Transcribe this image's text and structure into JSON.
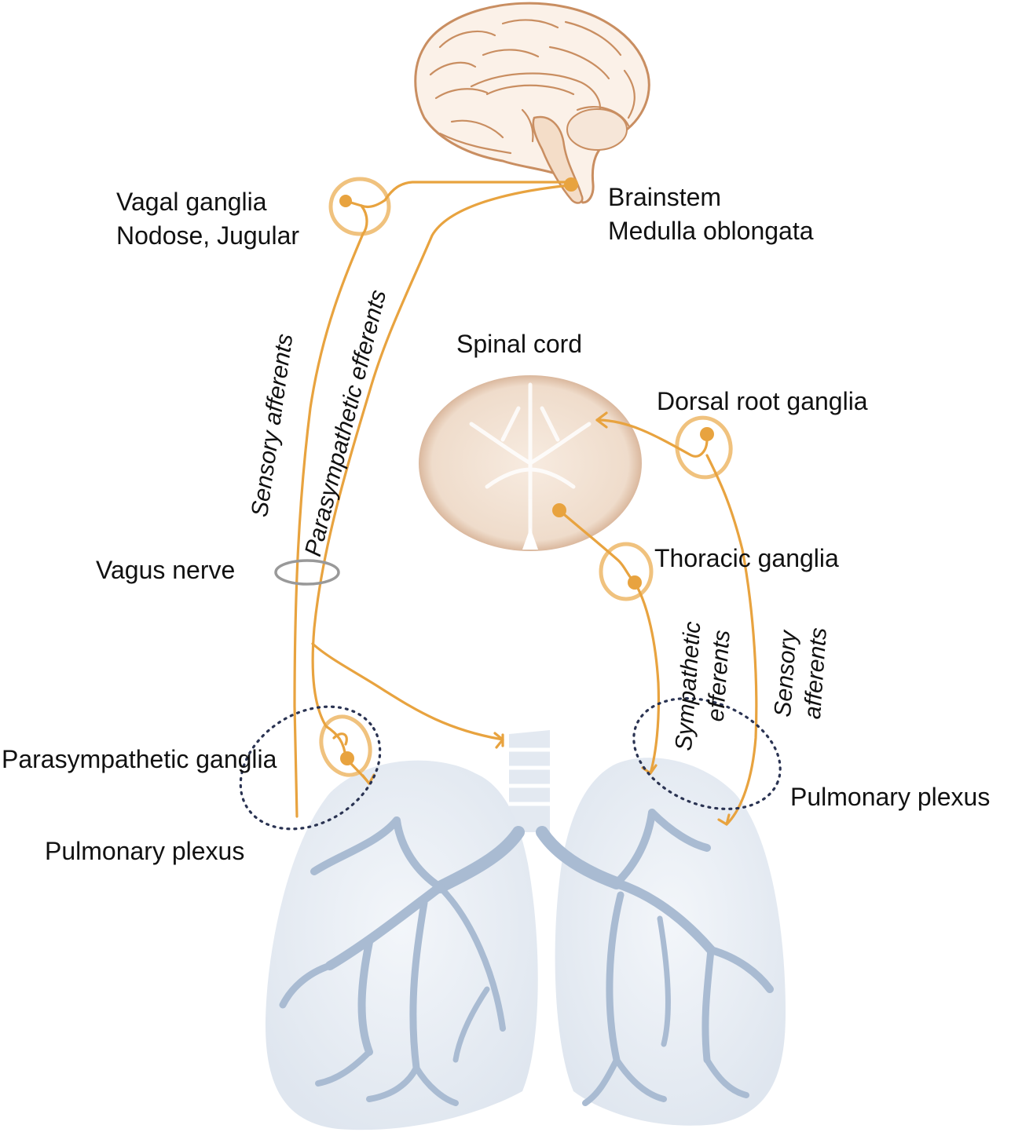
{
  "colors": {
    "nerve": "#e8a33f",
    "ganglion_ring": "#f0c27e",
    "brain": "#c98e61",
    "spinal": "#c99a78",
    "lung": "#e7edf5",
    "lung_dark": "#dce4ee",
    "airway": "#a9bbd2",
    "plexus_dots": "#2a3352",
    "vagus_ring": "#999999"
  },
  "labels": {
    "vagal_ganglia_1": "Vagal ganglia",
    "vagal_ganglia_2": "Nodose, Jugular",
    "brainstem_1": "Brainstem",
    "brainstem_2": "Medulla  oblongata",
    "spinal_cord": "Spinal cord",
    "dorsal_root_ganglia": "Dorsal root ganglia",
    "thoracic_ganglia": "Thoracic  ganglia",
    "vagus_nerve": "Vagus nerve",
    "parasympathetic_ganglia": "Parasympathetic ganglia",
    "pulmonary_plexus_left": "Pulmonary  plexus",
    "pulmonary_plexus_right": "Pulmonary  plexus",
    "sensory_afferents_left": "Sensory afferents",
    "parasympathetic_efferents": "Parasympathetic efferents",
    "sympathetic_efferents_1": "Sympathetic",
    "sympathetic_efferents_2": "efferents",
    "sensory_afferents_right_1": "Sensory",
    "sensory_afferents_right_2": "afferents"
  }
}
